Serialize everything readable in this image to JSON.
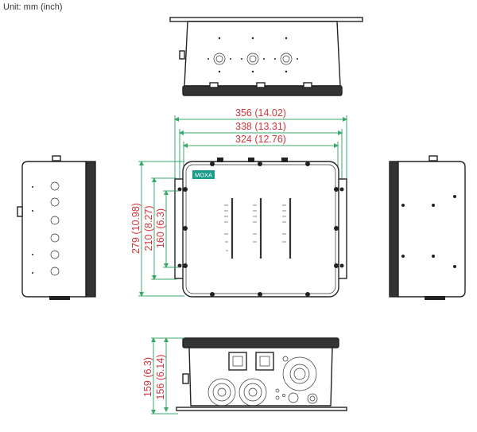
{
  "unit_label": "Unit: mm (inch)",
  "logo_text": "MOXA",
  "colors": {
    "dimension_text": "#d0343c",
    "dimension_line": "#3aa86b",
    "logo": "#1a9c8c"
  },
  "dimensions": {
    "width_overall": "356 (14.02)",
    "width_brackets": "338 (13.31)",
    "width_mounting": "324 (12.76)",
    "height_overall": "279 (10.98)",
    "height_brackets": "210 (8.27)",
    "height_mounting": "160 (6.3)",
    "depth_overall": "159 (6.3)",
    "depth_body": "156 (6.14)"
  }
}
